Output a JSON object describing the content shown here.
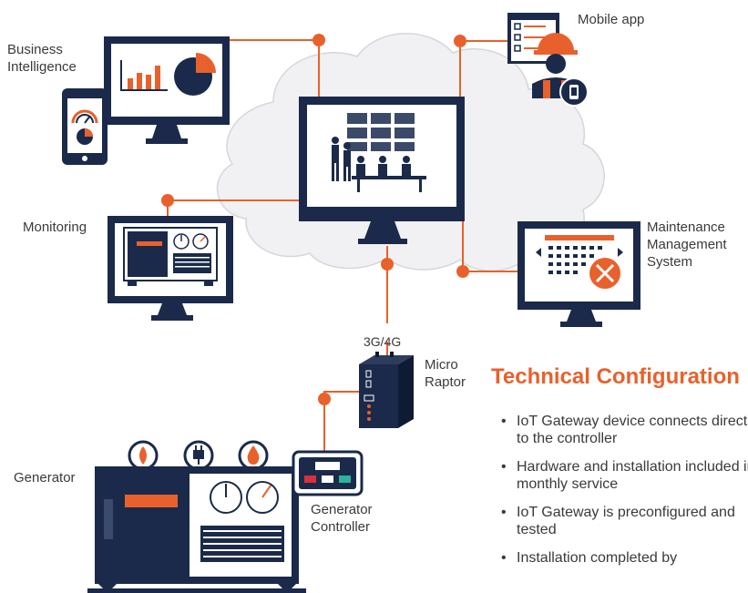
{
  "labels": {
    "business_intelligence": [
      "Business",
      "Intelligence"
    ],
    "mobile_app": "Mobile app",
    "monitoring": "Monitoring",
    "maintenance": [
      "Maintenance",
      "Management",
      "System"
    ],
    "network": "3G/4G",
    "micro_raptor": [
      "Micro",
      "Raptor"
    ],
    "generator": "Generator",
    "generator_controller": [
      "Generator",
      "Controller"
    ]
  },
  "technical": {
    "title": "Technical Configuration",
    "items": [
      "IoT Gateway device connects directly to the controller",
      "Hardware and installation included in monthly service",
      "IoT Gateway is preconfigured and tested",
      "Installation completed by"
    ],
    "bullet": "•"
  },
  "colors": {
    "navy": "#1b2a4a",
    "orange": "#e8612c",
    "cloud": "#f1f1f3",
    "cloud_stroke": "#d4d6db",
    "green": "#2bb39b",
    "red": "#d6313c"
  },
  "icons": [
    "bar-chart-icon",
    "pie-chart-icon",
    "gauge-icon",
    "checklist-icon",
    "worker-icon",
    "phone-icon",
    "calendar-icon",
    "tools-icon",
    "fire-icon",
    "plug-icon",
    "water-drop-icon",
    "dial-gauge-icon",
    "router-icon"
  ]
}
